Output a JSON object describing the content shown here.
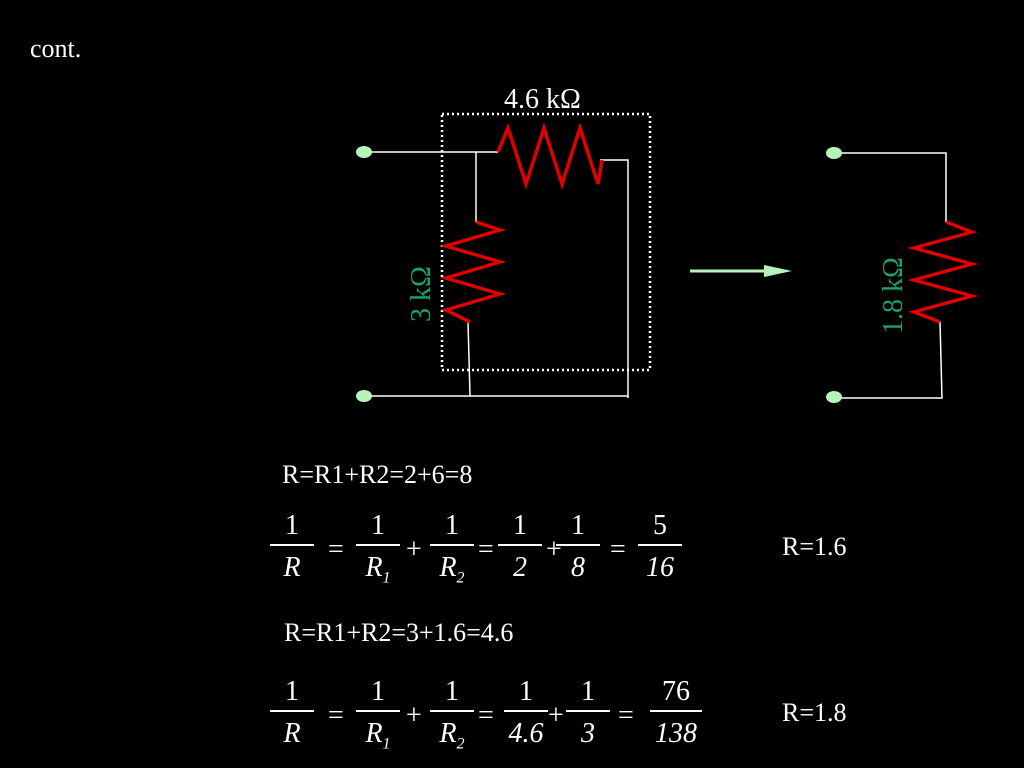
{
  "slide": {
    "title": "cont."
  },
  "circuit": {
    "left_resistor_top": "4.6 kΩ",
    "left_resistor_side": "3 kΩ",
    "right_resistor": "1.8 kΩ",
    "colors": {
      "resistor": "#e00000",
      "label_side": "#1aa36a",
      "terminal": "#b6f5b8",
      "wire": "#ffffff",
      "arrow": "#b6f5b8"
    }
  },
  "equations": {
    "line1": "R=R1+R2=2+6=8",
    "row1": {
      "lhs_num": "1",
      "lhs_den": "R",
      "eq1": "=",
      "f1_num": "1",
      "f1_den_main": "R",
      "f1_den_sub": "1",
      "plus1": "+",
      "f2_num": "1",
      "f2_den_main": "R",
      "f2_den_sub": "2",
      "eq2": "=",
      "f3_num": "1",
      "f3_den": "2",
      "plus2": "+",
      "f4_num": "1",
      "f4_den": "8",
      "eq3": "=",
      "f5_num": "5",
      "f5_den": "16",
      "result": "R=1.6"
    },
    "line2": "R=R1+R2=3+1.6=4.6",
    "row2": {
      "lhs_num": "1",
      "lhs_den": "R",
      "eq1": "=",
      "f1_num": "1",
      "f1_den_main": "R",
      "f1_den_sub": "1",
      "plus1": "+",
      "f2_num": "1",
      "f2_den_main": "R",
      "f2_den_sub": "2",
      "eq2": "=",
      "f3_num": "1",
      "f3_den": "4.6",
      "plus2": "+",
      "f4_num": "1",
      "f4_den": "3",
      "eq3": "=",
      "f5_num": "76",
      "f5_den": "138",
      "result": "R=1.8"
    }
  }
}
